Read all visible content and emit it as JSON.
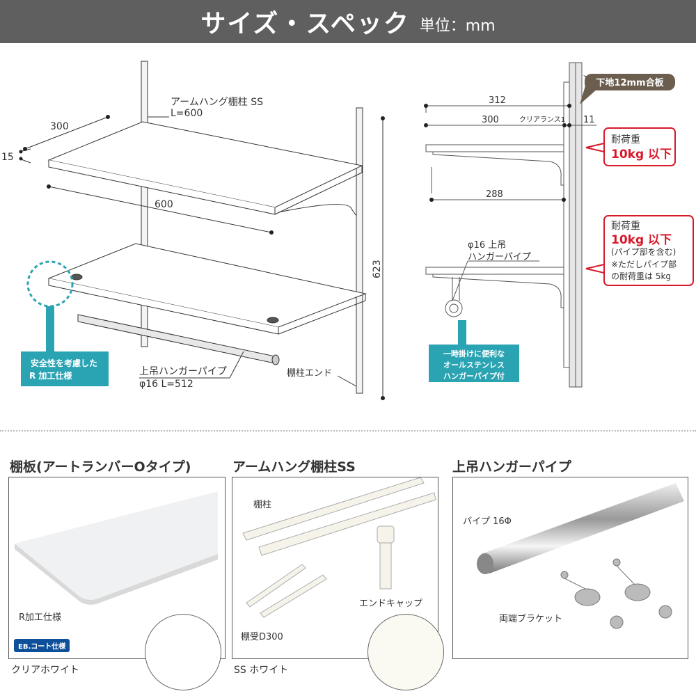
{
  "header": {
    "title": "サイズ・スペック",
    "unit": "単位：mm"
  },
  "left_diagram": {
    "dim_depth": "300",
    "dim_thickness": "15",
    "dim_width": "600",
    "dim_height": "623",
    "pillar_label_1": "アームハング棚柱 SS",
    "pillar_label_2": "L=600",
    "pipe_label_1": "上吊ハンガーパイプ",
    "pipe_label_2": "φ16 L=512",
    "end_label": "棚柱エンド",
    "callout_1": "安全性を考慮した",
    "callout_2": "R 加工仕様"
  },
  "right_diagram": {
    "plywood": "下地12mm合板",
    "dim_312": "312",
    "dim_300": "300",
    "clearance": "クリアランス1",
    "dim_11": "11",
    "dim_288": "288",
    "load1_line1": "耐荷重",
    "load1_line2": "10kg 以下",
    "load2_line1": "耐荷重",
    "load2_line2": "10kg 以下",
    "load2_line3": "(パイプ部を含む)",
    "load2_line4": "※ただしパイプ部",
    "load2_line5": "の耐荷重は 5kg",
    "pipe_label_1": "φ16 上吊",
    "pipe_label_2": "ハンガーパイプ",
    "callout_1": "一時掛けに便利な",
    "callout_2": "オールステンレス",
    "callout_3": "ハンガーパイプ付"
  },
  "panels": [
    {
      "title": "棚板(アートランバーOタイプ)",
      "labels": [
        "R加工仕様"
      ],
      "badge": "EB.コート仕様",
      "caption": "クリアホワイト",
      "swatch": "#ffffff"
    },
    {
      "title": "アームハング棚柱SS",
      "labels": [
        "棚柱",
        "棚受D300",
        "エンドキャップ"
      ],
      "caption": "SS ホワイト",
      "swatch": "#fbfaf2"
    },
    {
      "title": "上吊ハンガーパイプ",
      "labels": [
        "パイプ 16Φ",
        "両端ブラケット"
      ]
    }
  ],
  "colors": {
    "header": "#5f5f5f",
    "accent_teal": "#2aa3b3",
    "accent_red": "#d7192a",
    "badge_brown": "#6b5e4f"
  }
}
